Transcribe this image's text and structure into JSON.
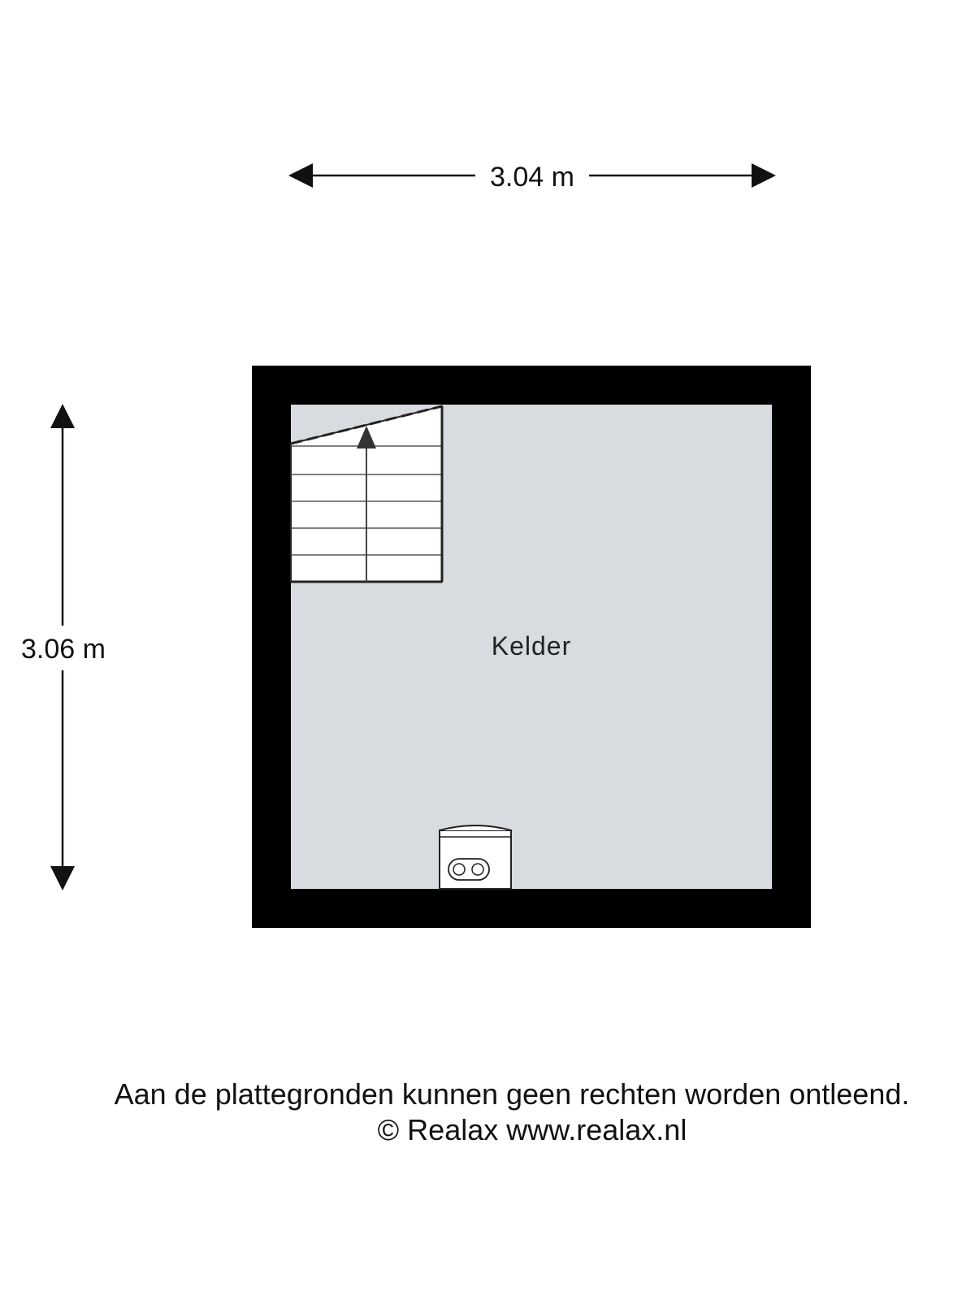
{
  "dimensions": {
    "width": "3.04 m",
    "height": "3.06 m"
  },
  "rooms": [
    {
      "name": "Kelder"
    }
  ],
  "footer": {
    "disclaimer": "Aan de plattegronden kunnen geen rechten worden ontleend.",
    "copyright": "© Realax www.realax.nl"
  },
  "colors": {
    "wall": "#000000",
    "floor": "#d8dce0",
    "stairs": "#ffffff",
    "lines": "#222222"
  },
  "icons": [
    "stairs-icon",
    "arrow-up-icon",
    "boiler-icon"
  ]
}
